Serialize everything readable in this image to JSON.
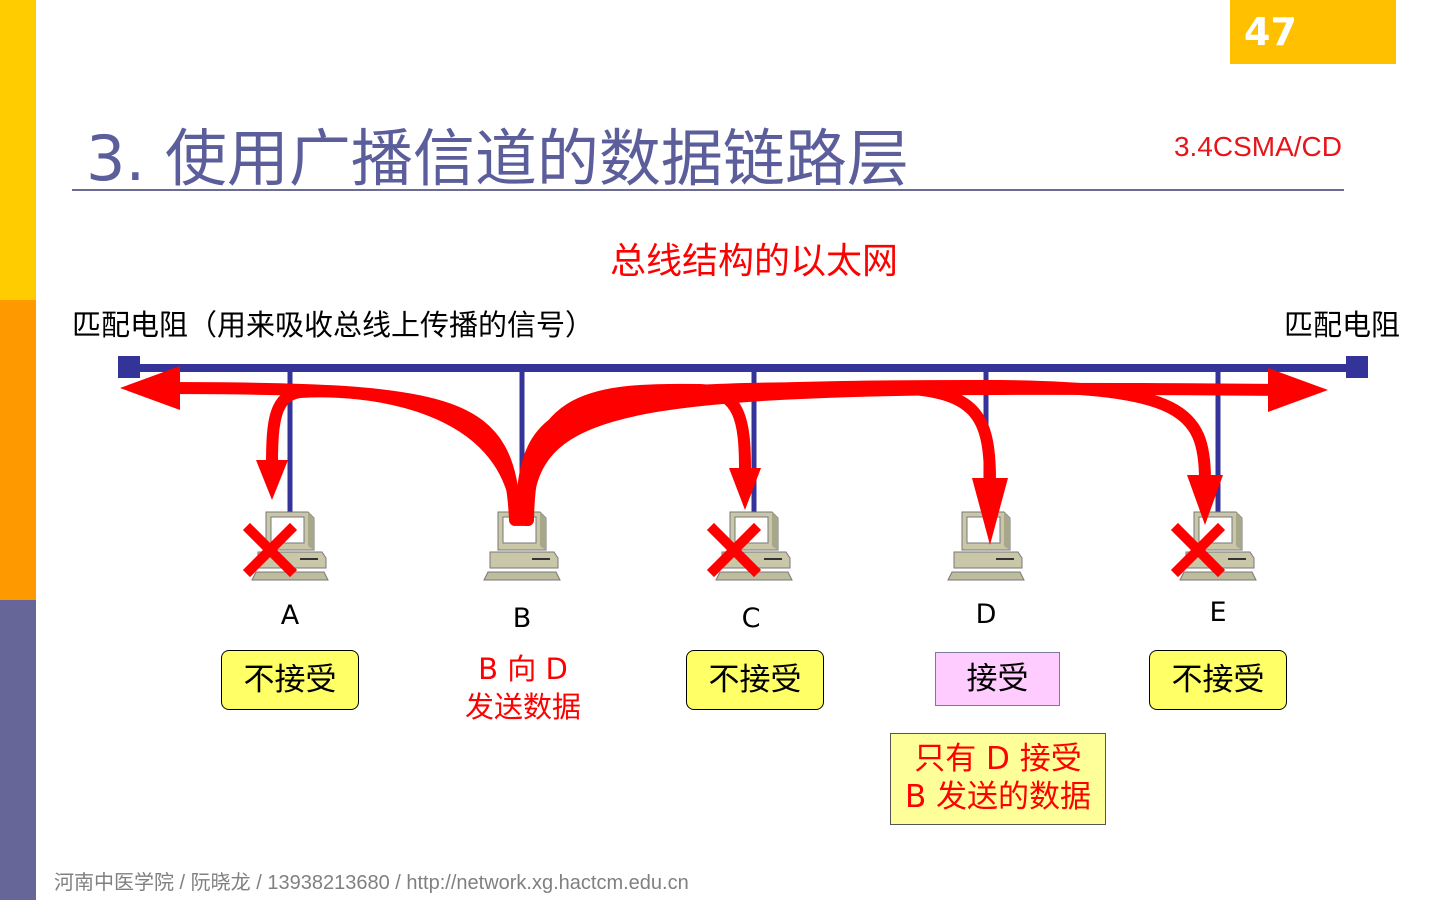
{
  "page_number": "47",
  "title": "3. 使用广播信道的数据链路层",
  "section_tag": "3.4CSMA/CD",
  "diagram": {
    "title": "总线结构的以太网",
    "terminator_left": "匹配电阻（用来吸收总线上传播的信号）",
    "terminator_right": "匹配电阻",
    "nodes": [
      {
        "id": "A",
        "status": "不接受",
        "rejected": true
      },
      {
        "id": "B",
        "status": "",
        "sender": true
      },
      {
        "id": "C",
        "status": "不接受",
        "rejected": true
      },
      {
        "id": "D",
        "status": "接受",
        "accepted": true
      },
      {
        "id": "E",
        "status": "不接受",
        "rejected": true
      }
    ],
    "sender_caption_line1": "B 向 D",
    "sender_caption_line2": "发送数据",
    "note_line1": "只有 D 接受",
    "note_line2": "B 发送的数据"
  },
  "colors": {
    "bus": "#333399",
    "signal": "#ff0000",
    "reject_box": "#ffff66",
    "accept_box": "#ffccff",
    "title": "#5b5e9a",
    "page_badge": "#ffc000"
  },
  "footer": "河南中医学院  /  阮晓龙  / 13938213680 / http://network.xg.hactcm.edu.cn"
}
